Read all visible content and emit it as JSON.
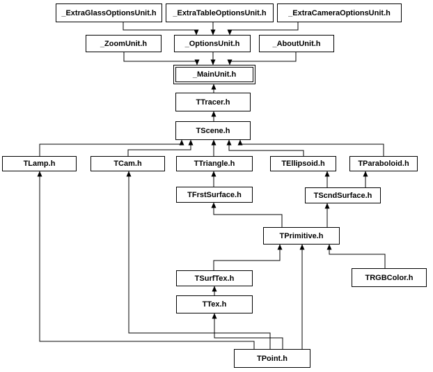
{
  "diagram": {
    "type": "include-dependency-graph",
    "colors": {
      "node_border": "#000000",
      "node_background": "#ffffff",
      "edge": "#000000",
      "page_background": "#ffffff"
    },
    "nodes": [
      {
        "id": "extra-glass-options-unit",
        "label": "_ExtraGlassOptionsUnit.h"
      },
      {
        "id": "extra-table-options-unit",
        "label": "_ExtraTableOptionsUnit.h"
      },
      {
        "id": "extra-camera-options-unit",
        "label": "_ExtraCameraOptionsUnit.h"
      },
      {
        "id": "zoom-unit",
        "label": "_ZoomUnit.h"
      },
      {
        "id": "options-unit",
        "label": "_OptionsUnit.h"
      },
      {
        "id": "about-unit",
        "label": "_AboutUnit.h"
      },
      {
        "id": "main-unit",
        "label": "_MainUnit.h"
      },
      {
        "id": "ttracer",
        "label": "TTracer.h"
      },
      {
        "id": "tscene",
        "label": "TScene.h"
      },
      {
        "id": "tlamp",
        "label": "TLamp.h"
      },
      {
        "id": "tcam",
        "label": "TCam.h"
      },
      {
        "id": "ttriangle",
        "label": "TTriangle.h"
      },
      {
        "id": "tellipsoid",
        "label": "TEllipsoid.h"
      },
      {
        "id": "tparaboloid",
        "label": "TParaboloid.h"
      },
      {
        "id": "tfrstsurface",
        "label": "TFrstSurface.h"
      },
      {
        "id": "tscndsurface",
        "label": "TScndSurface.h"
      },
      {
        "id": "tprimitive",
        "label": "TPrimitive.h"
      },
      {
        "id": "tsurftex",
        "label": "TSurfTex.h"
      },
      {
        "id": "trgbcolor",
        "label": "TRGBColor.h"
      },
      {
        "id": "ttex",
        "label": "TTex.h"
      },
      {
        "id": "tpoint",
        "label": "TPoint.h"
      }
    ],
    "edges": [
      {
        "from": "_ExtraGlassOptionsUnit.h",
        "to": "_OptionsUnit.h"
      },
      {
        "from": "_ExtraTableOptionsUnit.h",
        "to": "_OptionsUnit.h"
      },
      {
        "from": "_ExtraCameraOptionsUnit.h",
        "to": "_OptionsUnit.h"
      },
      {
        "from": "_ZoomUnit.h",
        "to": "_MainUnit.h"
      },
      {
        "from": "_OptionsUnit.h",
        "to": "_MainUnit.h"
      },
      {
        "from": "_AboutUnit.h",
        "to": "_MainUnit.h"
      },
      {
        "from": "TTracer.h",
        "to": "_MainUnit.h"
      },
      {
        "from": "TScene.h",
        "to": "TTracer.h"
      },
      {
        "from": "TLamp.h",
        "to": "TScene.h"
      },
      {
        "from": "TCam.h",
        "to": "TScene.h"
      },
      {
        "from": "TTriangle.h",
        "to": "TScene.h"
      },
      {
        "from": "TEllipsoid.h",
        "to": "TScene.h"
      },
      {
        "from": "TParaboloid.h",
        "to": "TScene.h"
      },
      {
        "from": "TFrstSurface.h",
        "to": "TTriangle.h"
      },
      {
        "from": "TScndSurface.h",
        "to": "TEllipsoid.h"
      },
      {
        "from": "TScndSurface.h",
        "to": "TParaboloid.h"
      },
      {
        "from": "TPrimitive.h",
        "to": "TFrstSurface.h"
      },
      {
        "from": "TPrimitive.h",
        "to": "TScndSurface.h"
      },
      {
        "from": "TSurfTex.h",
        "to": "TPrimitive.h"
      },
      {
        "from": "TRGBColor.h",
        "to": "TPrimitive.h"
      },
      {
        "from": "TPoint.h",
        "to": "TPrimitive.h"
      },
      {
        "from": "TTex.h",
        "to": "TSurfTex.h"
      },
      {
        "from": "TPoint.h",
        "to": "TTex.h"
      },
      {
        "from": "TPoint.h",
        "to": "TCam.h"
      },
      {
        "from": "TPoint.h",
        "to": "TLamp.h"
      }
    ]
  }
}
